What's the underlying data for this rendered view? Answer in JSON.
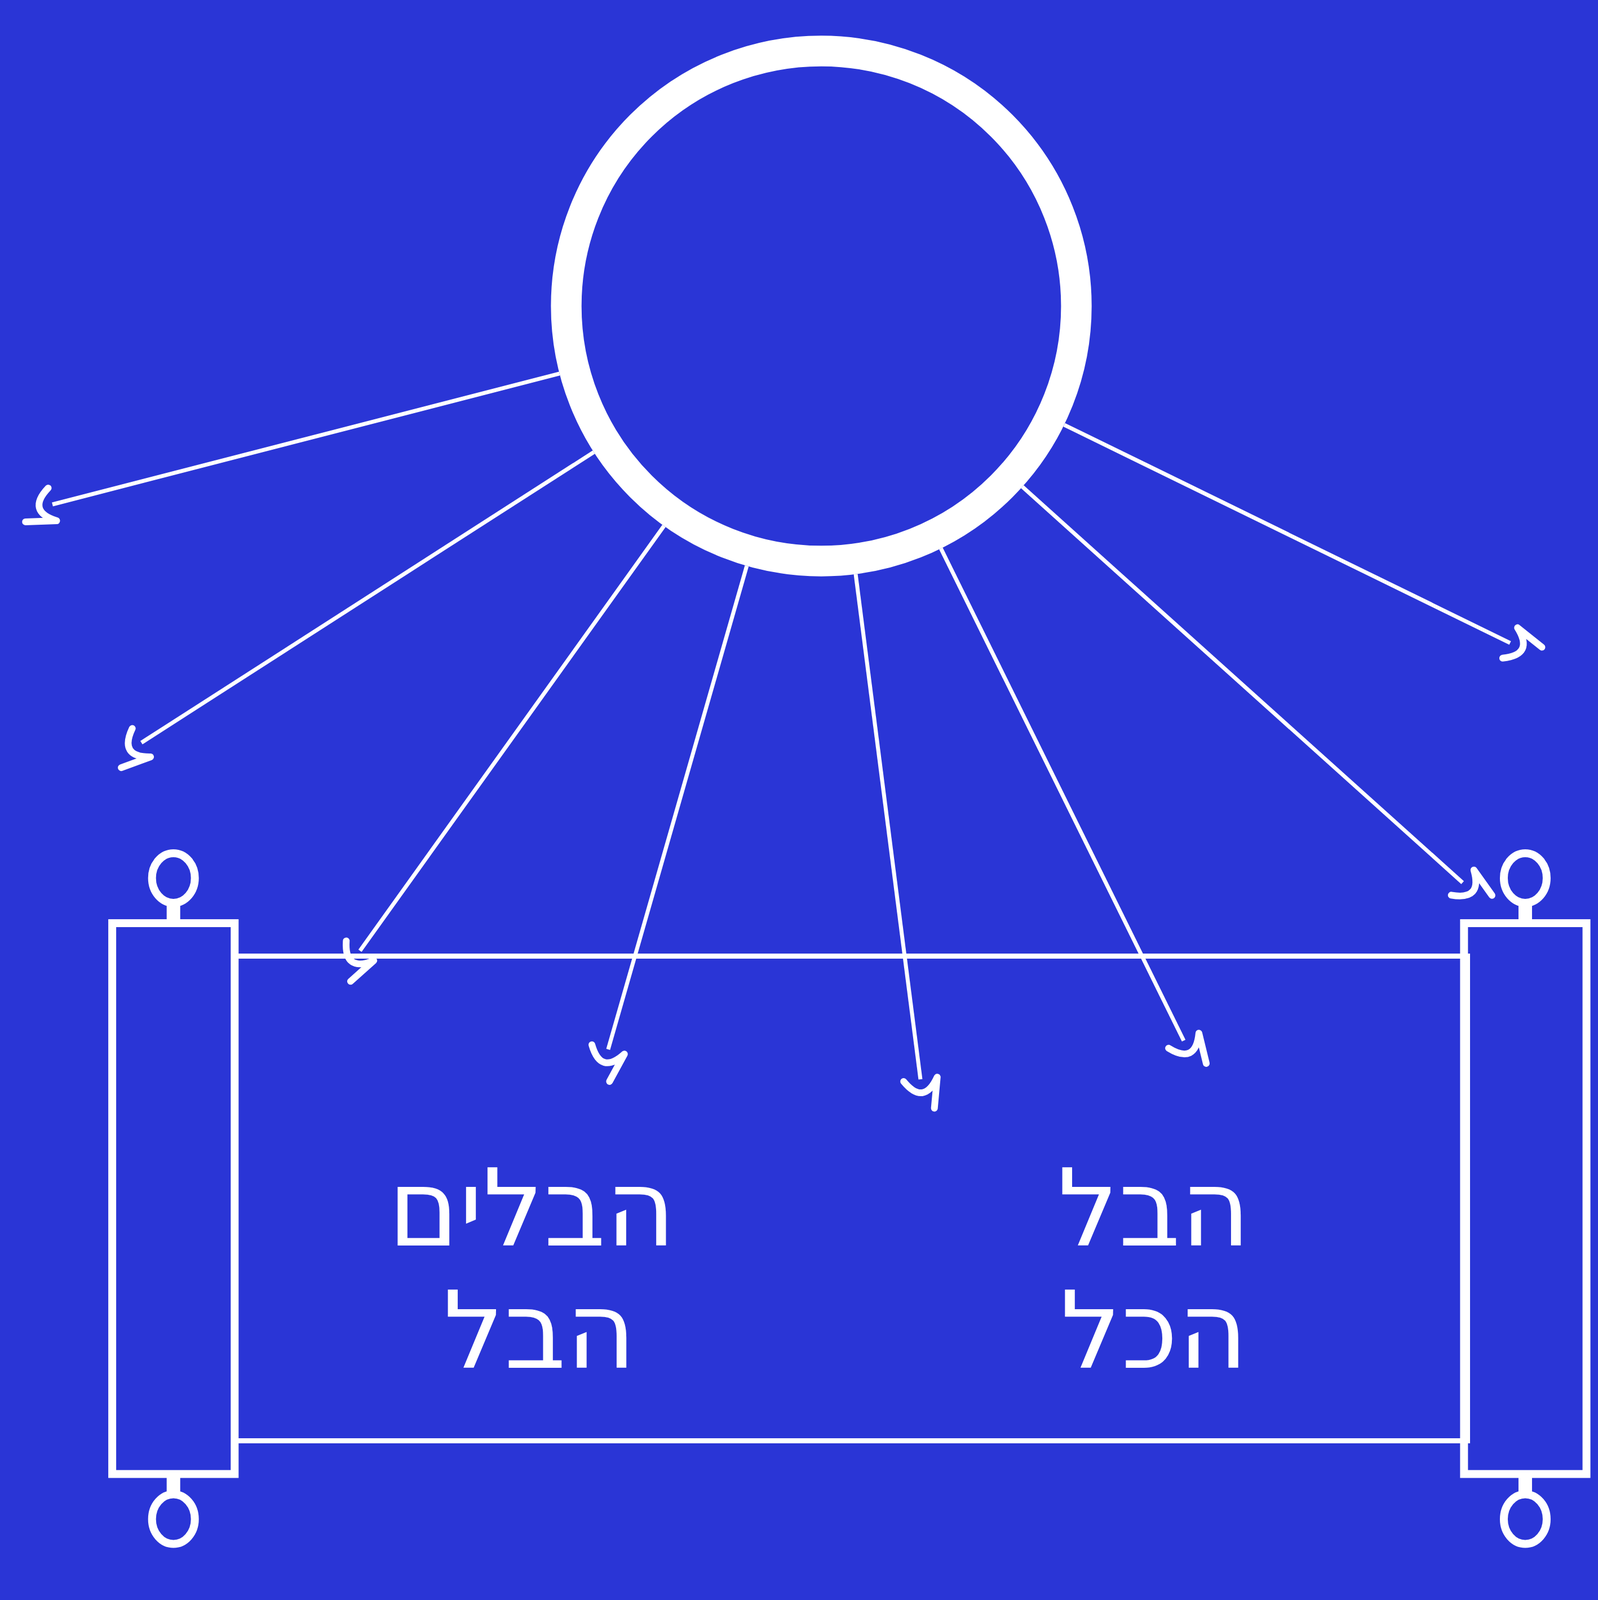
{
  "diagram": {
    "nodes": [
      {
        "text": [
          "הבל",
          "הבלים",
          "הכל",
          "הבל"
        ]
      }
    ]
  }
}
